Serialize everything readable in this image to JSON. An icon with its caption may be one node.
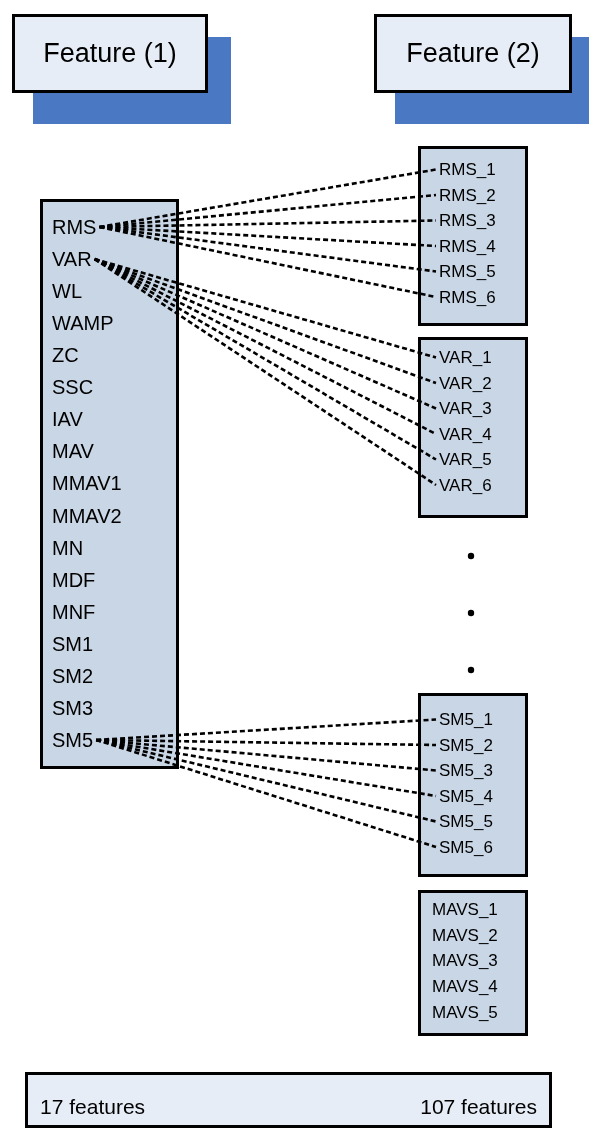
{
  "diagram": {
    "nodes": [
      {
        "text": [
          "Feature (1)"
        ]
      },
      {
        "text": [
          "Feature (2)"
        ]
      },
      {
        "text": [],
        "shape": "box"
      },
      {
        "text": [
          "RMS"
        ],
        "in": 2
      },
      {
        "text": [
          "VAR"
        ],
        "in": 2
      },
      {
        "text": [
          "WL"
        ],
        "in": 2
      },
      {
        "text": [
          "WAMP"
        ],
        "in": 2
      },
      {
        "text": [
          "ZC"
        ],
        "in": 2
      },
      {
        "text": [
          "SSC"
        ],
        "in": 2
      },
      {
        "text": [
          "IAV"
        ],
        "in": 2
      },
      {
        "text": [
          "MAV"
        ],
        "in": 2
      },
      {
        "text": [
          "MMAV1"
        ],
        "in": 2
      },
      {
        "text": [
          "MMAV2"
        ],
        "in": 2
      },
      {
        "text": [
          "MN"
        ],
        "in": 2
      },
      {
        "text": [
          "MDF"
        ],
        "in": 2
      },
      {
        "text": [
          "MNF"
        ],
        "in": 2
      },
      {
        "text": [
          "SM1"
        ],
        "in": 2
      },
      {
        "text": [
          "SM2"
        ],
        "in": 2
      },
      {
        "text": [
          "SM3"
        ],
        "in": 2
      },
      {
        "text": [
          "SM5"
        ],
        "in": 2
      },
      {
        "text": [],
        "shape": "box"
      },
      {
        "text": [
          "RMS_1"
        ],
        "in": 20
      },
      {
        "text": [
          "RMS_2"
        ],
        "in": 20
      },
      {
        "text": [
          "RMS_3"
        ],
        "in": 20
      },
      {
        "text": [
          "RMS_4"
        ],
        "in": 20
      },
      {
        "text": [
          "RMS_5"
        ],
        "in": 20
      },
      {
        "text": [
          "RMS_6"
        ],
        "in": 20
      },
      {
        "text": [],
        "shape": "box"
      },
      {
        "text": [
          "VAR_1"
        ],
        "in": 27
      },
      {
        "text": [
          "VAR_2"
        ],
        "in": 27
      },
      {
        "text": [
          "VAR_3"
        ],
        "in": 27
      },
      {
        "text": [
          "VAR_4"
        ],
        "in": 27
      },
      {
        "text": [
          "VAR_5"
        ],
        "in": 27
      },
      {
        "text": [
          "VAR_6"
        ],
        "in": 27
      },
      {
        "text": [],
        "shape": "box"
      },
      {
        "text": [
          "SM5_1"
        ],
        "in": 34
      },
      {
        "text": [
          "SM5_2"
        ],
        "in": 34
      },
      {
        "text": [
          "SM5_3"
        ],
        "in": 34
      },
      {
        "text": [
          "SM5_4"
        ],
        "in": 34
      },
      {
        "text": [
          "SM5_5"
        ],
        "in": 34
      },
      {
        "text": [
          "SM5_6"
        ],
        "in": 34
      },
      {
        "text": [
          "MAVS_1",
          "MAVS_2",
          "MAVS_3",
          "MAVS_4",
          "MAVS_5"
        ]
      },
      {
        "text": [
          "17 features",
          "107 features"
        ]
      }
    ],
    "edges": [
      {
        "from": 3,
        "to": 21,
        "arrow": "none",
        "style": "dashed"
      },
      {
        "from": 3,
        "to": 22,
        "arrow": "none",
        "style": "dashed"
      },
      {
        "from": 3,
        "to": 23,
        "arrow": "none",
        "style": "dashed"
      },
      {
        "from": 3,
        "to": 24,
        "arrow": "none",
        "style": "dashed"
      },
      {
        "from": 3,
        "to": 25,
        "arrow": "none",
        "style": "dashed"
      },
      {
        "from": 3,
        "to": 26,
        "arrow": "none",
        "style": "dashed"
      },
      {
        "from": 4,
        "to": 28,
        "arrow": "none",
        "style": "dashed"
      },
      {
        "from": 4,
        "to": 29,
        "arrow": "none",
        "style": "dashed"
      },
      {
        "from": 4,
        "to": 30,
        "arrow": "none",
        "style": "dashed"
      },
      {
        "from": 4,
        "to": 31,
        "arrow": "none",
        "style": "dashed"
      },
      {
        "from": 4,
        "to": 32,
        "arrow": "none",
        "style": "dashed"
      },
      {
        "from": 4,
        "to": 33,
        "arrow": "none",
        "style": "dashed"
      },
      {
        "from": 19,
        "to": 35,
        "arrow": "none",
        "style": "dashed"
      },
      {
        "from": 19,
        "to": 36,
        "arrow": "none",
        "style": "dashed"
      },
      {
        "from": 19,
        "to": 37,
        "arrow": "none",
        "style": "dashed"
      },
      {
        "from": 19,
        "to": 38,
        "arrow": "none",
        "style": "dashed"
      },
      {
        "from": 19,
        "to": 39,
        "arrow": "none",
        "style": "dashed"
      },
      {
        "from": 19,
        "to": 40,
        "arrow": "none",
        "style": "dashed"
      }
    ]
  }
}
